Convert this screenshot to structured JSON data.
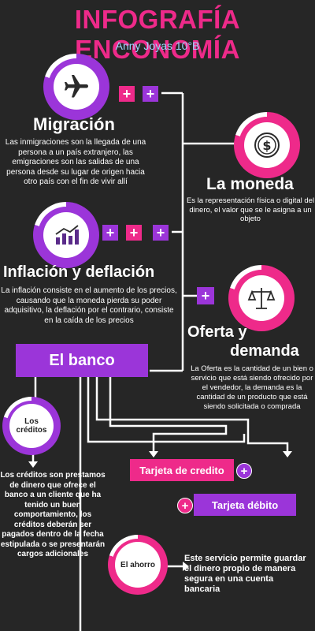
{
  "title": "INFOGRAFÍA ENCONOMÍA",
  "subtitle": "Anny Joyas 10°B",
  "sections": {
    "migracion": {
      "heading": "Migración",
      "text": "Las inmigraciones son la llegada de una persona a un país extranjero, las emigraciones son las salidas de una persona desde su lugar de origen hacia otro país con el fin de vivir allí",
      "icon": "airplane-icon"
    },
    "moneda": {
      "heading": "La moneda",
      "text": "Es la representación física o digital del dinero, el valor que se le asigna a un objeto",
      "icon": "dollar-coin-icon"
    },
    "inflacion": {
      "heading": "Inflación y deflación",
      "text": "La inflación consiste en el aumento de los precios, causando que la moneda pierda su poder adquisitivo, la deflación por el contrario, consiste en la caída de los precios",
      "icon": "bar-chart-icon"
    },
    "oferta": {
      "heading_line1": "Oferta y",
      "heading_line2": "demanda",
      "text": "La Oferta es la cantidad de un bien o servicio que está siendo ofrecido por el vendedor,  la demanda es la cantidad de un producto que está siendo solicitada o comprada",
      "icon": "balance-scale-icon"
    },
    "banco": {
      "label": "El banco"
    },
    "creditos": {
      "label": "Los créditos",
      "text": "Los créditos son prestamos de dinero que ofrece el banco  a un cliente que ha tenido un buen comportamiento, los créditos deberán ser pagados dentro de la fecha estipulada o se presentarán cargos adicionales"
    },
    "tarjeta_credito": {
      "label": "Tarjeta de credito"
    },
    "tarjeta_debito": {
      "label": "Tarjeta débito"
    },
    "ahorro": {
      "label": "El ahorro",
      "text": "Este servicio permite guardar el dinero propio de manera segura en una cuenta bancaria"
    }
  },
  "plus_symbol": "+",
  "colors": {
    "pink": "#ee2a8a",
    "purple": "#9b35d9",
    "background": "#262626",
    "subtitle": "#9fd6ff"
  }
}
